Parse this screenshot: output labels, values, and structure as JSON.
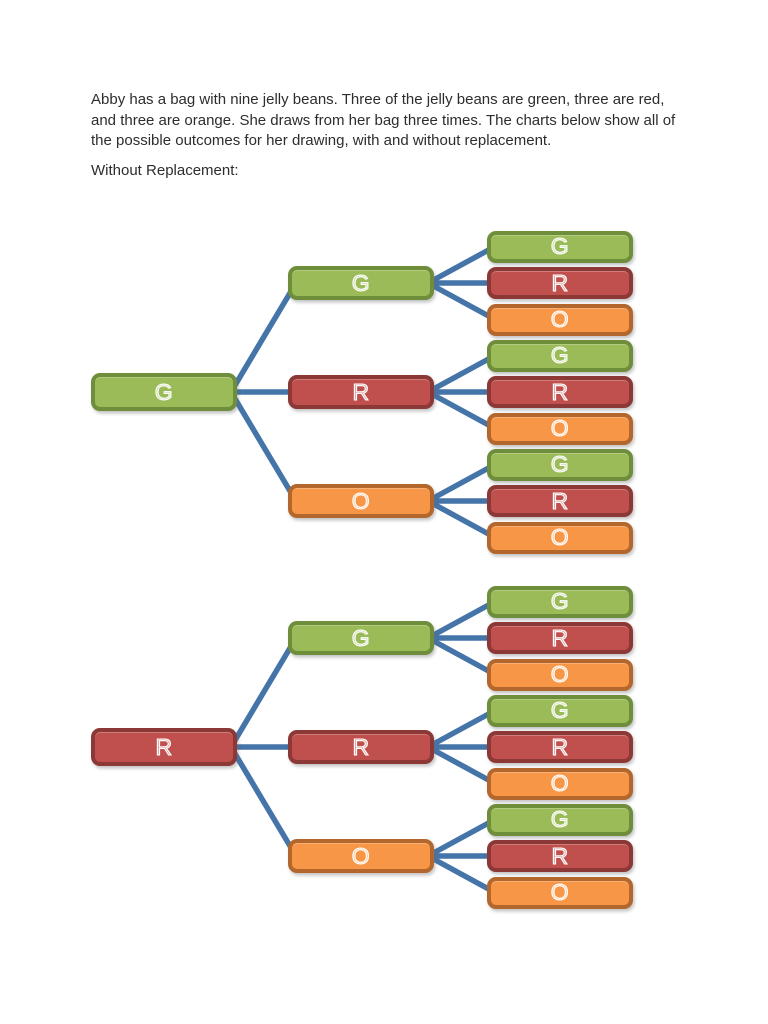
{
  "page": {
    "paragraph": "Abby has a bag with nine jelly beans. Three of the jelly beans are green, three are red, and three are orange. She draws from her bag three times. The charts below show all of the possible outcomes for her drawing, with and without replacement.",
    "section_label": "Without Replacement:"
  },
  "palette": {
    "green": {
      "fill": "#9bbb59",
      "border": "#6f8e3c"
    },
    "red": {
      "fill": "#c0504d",
      "border": "#8c3836"
    },
    "orange": {
      "fill": "#f79646",
      "border": "#b3672c"
    },
    "line": "#4574a9",
    "letter": "#ffffff",
    "text": "#2d2d2d",
    "page_background": "#ffffff"
  },
  "trees": [
    {
      "name": "first-draw-green-tree",
      "root": {
        "label": "G",
        "color": "green"
      },
      "children": [
        {
          "label": "G",
          "color": "green",
          "leaves": [
            {
              "label": "G",
              "color": "green"
            },
            {
              "label": "R",
              "color": "red"
            },
            {
              "label": "O",
              "color": "orange"
            }
          ]
        },
        {
          "label": "R",
          "color": "red",
          "leaves": [
            {
              "label": "G",
              "color": "green"
            },
            {
              "label": "R",
              "color": "red"
            },
            {
              "label": "O",
              "color": "orange"
            }
          ]
        },
        {
          "label": "O",
          "color": "orange",
          "leaves": [
            {
              "label": "G",
              "color": "green"
            },
            {
              "label": "R",
              "color": "red"
            },
            {
              "label": "O",
              "color": "orange"
            }
          ]
        }
      ]
    },
    {
      "name": "first-draw-red-tree",
      "root": {
        "label": "R",
        "color": "red"
      },
      "children": [
        {
          "label": "G",
          "color": "green",
          "leaves": [
            {
              "label": "G",
              "color": "green"
            },
            {
              "label": "R",
              "color": "red"
            },
            {
              "label": "O",
              "color": "orange"
            }
          ]
        },
        {
          "label": "R",
          "color": "red",
          "leaves": [
            {
              "label": "G",
              "color": "green"
            },
            {
              "label": "R",
              "color": "red"
            },
            {
              "label": "O",
              "color": "orange"
            }
          ]
        },
        {
          "label": "O",
          "color": "orange",
          "leaves": [
            {
              "label": "G",
              "color": "green"
            },
            {
              "label": "R",
              "color": "red"
            },
            {
              "label": "O",
              "color": "orange"
            }
          ]
        }
      ]
    }
  ]
}
